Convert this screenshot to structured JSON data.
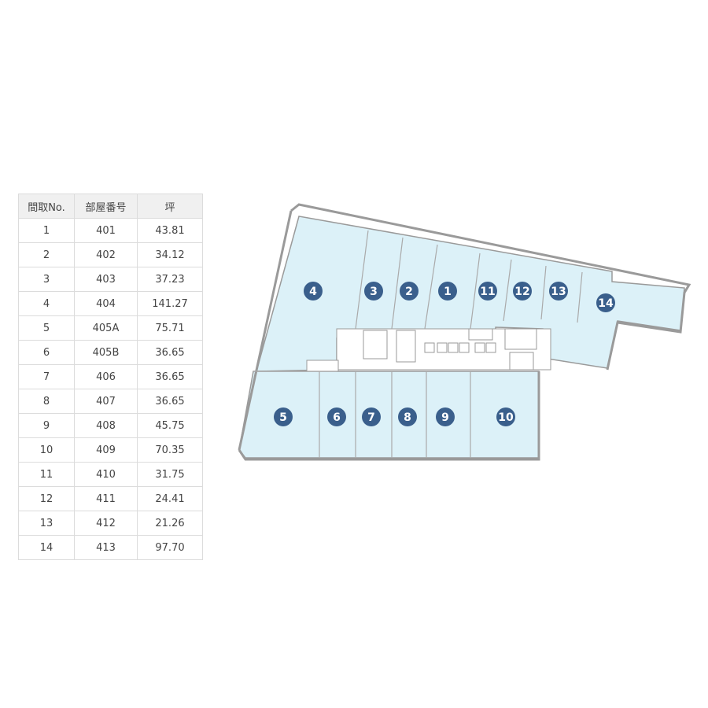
{
  "table": {
    "headers": [
      "間取No.",
      "部屋番号",
      "坪"
    ],
    "rows": [
      [
        "1",
        "401",
        "43.81"
      ],
      [
        "2",
        "402",
        "34.12"
      ],
      [
        "3",
        "403",
        "37.23"
      ],
      [
        "4",
        "404",
        "141.27"
      ],
      [
        "5",
        "405A",
        "75.71"
      ],
      [
        "6",
        "405B",
        "36.65"
      ],
      [
        "7",
        "406",
        "36.65"
      ],
      [
        "8",
        "407",
        "36.65"
      ],
      [
        "9",
        "408",
        "45.75"
      ],
      [
        "10",
        "409",
        "70.35"
      ],
      [
        "11",
        "410",
        "31.75"
      ],
      [
        "12",
        "411",
        "24.41"
      ],
      [
        "13",
        "412",
        "21.26"
      ],
      [
        "14",
        "413",
        "97.70"
      ]
    ]
  },
  "floorplan": {
    "room_labels": [
      "4",
      "3",
      "2",
      "1",
      "11",
      "12",
      "13",
      "14",
      "5",
      "6",
      "7",
      "8",
      "9",
      "10"
    ],
    "colors": {
      "room_fill": "#dcf1f8",
      "wall": "#9a9a9a",
      "badge": "#3a5f8c",
      "core_fill": "#ffffff"
    }
  }
}
